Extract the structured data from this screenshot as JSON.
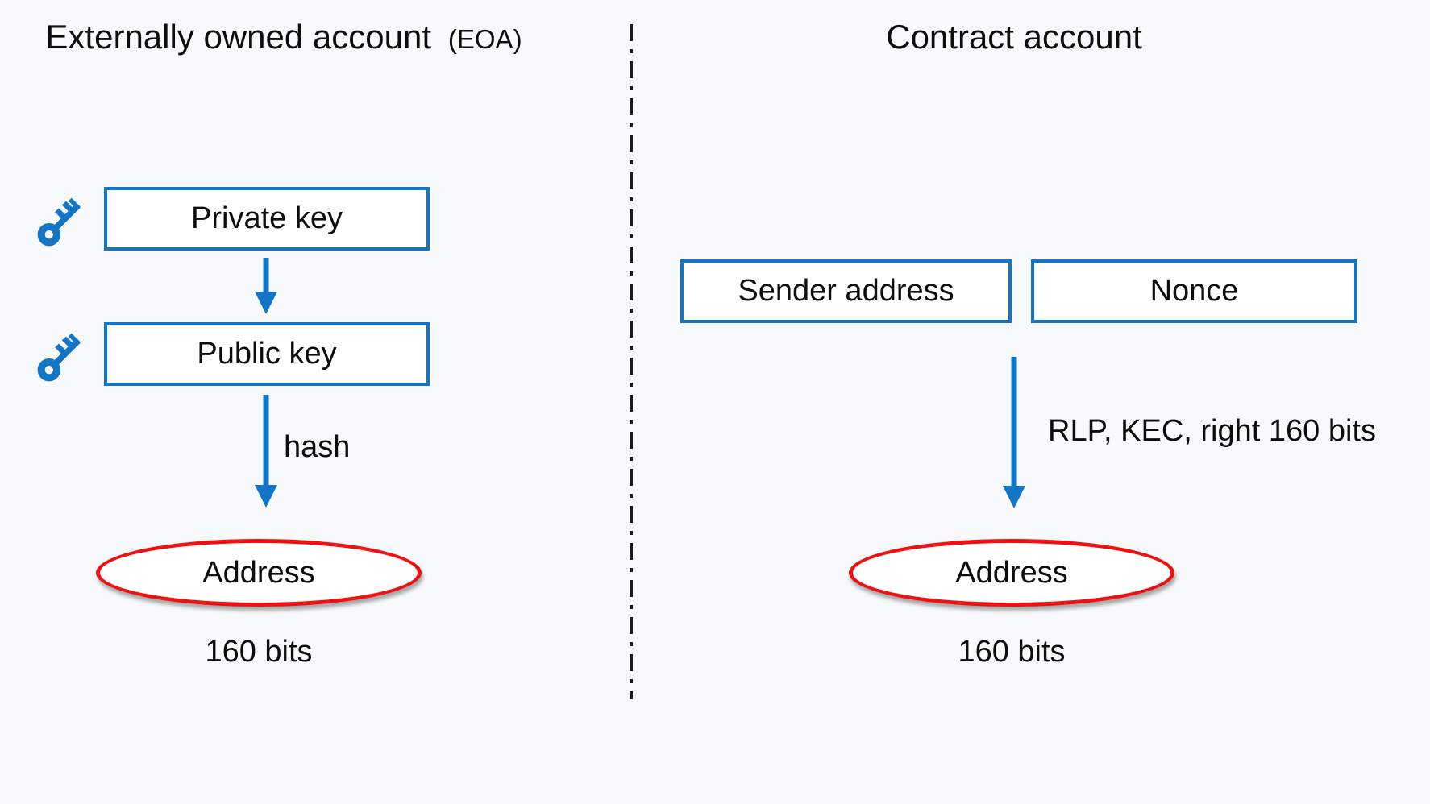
{
  "colors": {
    "accent_blue": "#1375c6",
    "accent_red": "#ee1111",
    "background": "#f8f9fb",
    "text": "#0d0d0d",
    "divider": "#1a1a1a",
    "box_fill": "#ffffff"
  },
  "icons": {
    "key": "key-icon",
    "down_arrow": "down-arrow-icon",
    "divider": "dash-dot-divider"
  },
  "eoa": {
    "title": "Externally owned account",
    "title_suffix": "(EOA)",
    "private_key_box": "Private key",
    "public_key_box": "Public key",
    "hash_arrow_label": "hash",
    "address_ellipse": "Address",
    "bits_label": "160 bits"
  },
  "contract": {
    "title": "Contract account",
    "sender_address_box": "Sender address",
    "nonce_box": "Nonce",
    "arrow_label": "RLP, KEC, right 160 bits",
    "address_ellipse": "Address",
    "bits_label": "160 bits"
  }
}
